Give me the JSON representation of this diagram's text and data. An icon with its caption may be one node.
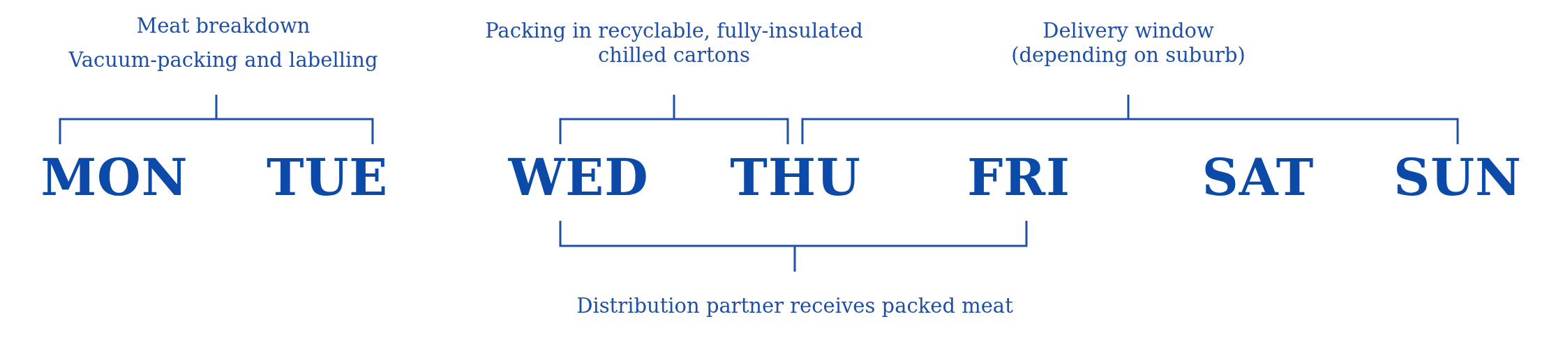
{
  "diagram": {
    "labels": [
      "Meat breakdown",
      "Vacuum-packing and labelling",
      "Packing in recyclable, fully-insulated chilled cartons",
      "Delivery window (depending on suburb)",
      "MON",
      "TUE",
      "WED",
      "THU",
      "FRI",
      "SAT",
      "SUN",
      "Distribution partner receives packed meat"
    ]
  }
}
